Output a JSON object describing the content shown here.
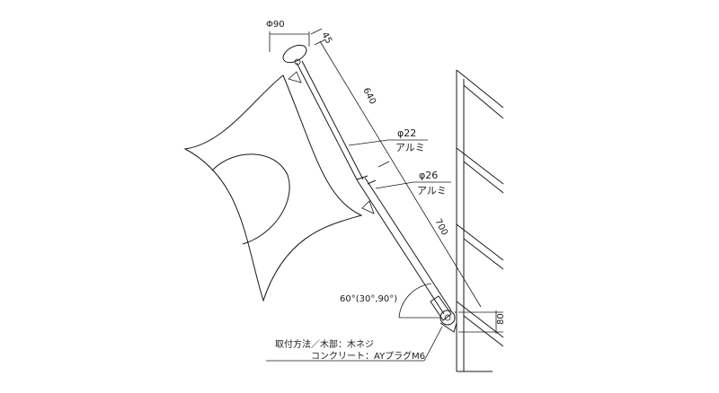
{
  "dimensions": {
    "finial_diameter": "Φ90",
    "top_offset": "45",
    "upper_length": "640",
    "lower_length": "700",
    "bracket_size": "80",
    "angle": "60°(30°,90°)"
  },
  "parts": {
    "upper_pole": {
      "diameter": "φ22",
      "material": "アルミ"
    },
    "lower_pole": {
      "diameter": "φ26",
      "material": "アルミ"
    }
  },
  "installation": {
    "line1": "取付方法／木部：木ネジ",
    "line2": "コンクリート：AYプラグM6"
  }
}
